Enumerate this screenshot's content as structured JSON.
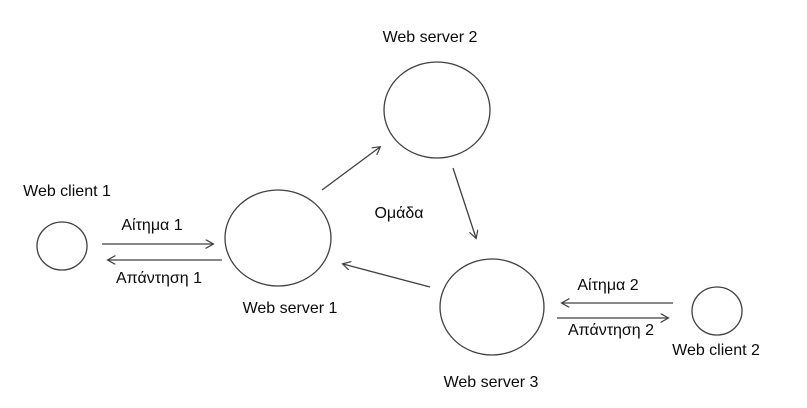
{
  "diagram": {
    "background_color": "#ffffff",
    "line_color": "#404040",
    "text_color": "#0a0a0a",
    "group_label": "Ομάδα",
    "nodes": [
      {
        "id": "web-client-1",
        "label": "Web client 1",
        "shape": "circle",
        "size": "small"
      },
      {
        "id": "web-server-1",
        "label": "Web server 1",
        "shape": "circle",
        "size": "large"
      },
      {
        "id": "web-server-2",
        "label": "Web server 2",
        "shape": "circle",
        "size": "large"
      },
      {
        "id": "web-server-3",
        "label": "Web server 3",
        "shape": "circle",
        "size": "large"
      },
      {
        "id": "web-client-2",
        "label": "Web client 2",
        "shape": "circle",
        "size": "small"
      }
    ],
    "edges": [
      {
        "from": "web-client-1",
        "to": "web-server-1",
        "label": "Αίτημα 1"
      },
      {
        "from": "web-server-1",
        "to": "web-client-1",
        "label": "Απάντηση 1"
      },
      {
        "from": "web-server-1",
        "to": "web-server-2",
        "label": ""
      },
      {
        "from": "web-server-2",
        "to": "web-server-3",
        "label": ""
      },
      {
        "from": "web-server-3",
        "to": "web-server-1",
        "label": ""
      },
      {
        "from": "web-client-2",
        "to": "web-server-3",
        "label": "Αίτημα 2"
      },
      {
        "from": "web-server-3",
        "to": "web-client-2",
        "label": "Απάντηση 2"
      }
    ]
  }
}
